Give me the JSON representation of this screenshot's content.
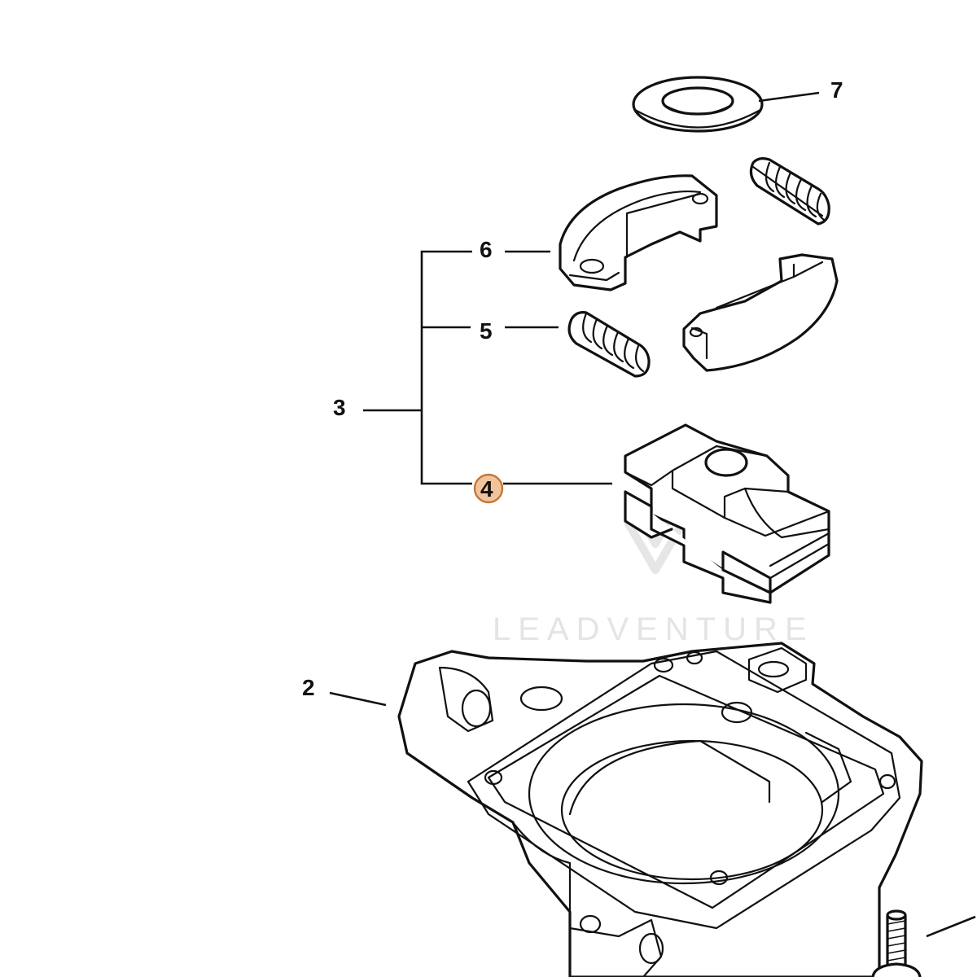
{
  "callouts": {
    "c2": "2",
    "c3": "3",
    "c4": "4",
    "c5": "5",
    "c6": "6",
    "c7": "7"
  },
  "highlight": {
    "fill": "#f2c49b",
    "stroke": "#c0783a"
  },
  "watermark": {
    "text": "LEADVENTURE"
  }
}
